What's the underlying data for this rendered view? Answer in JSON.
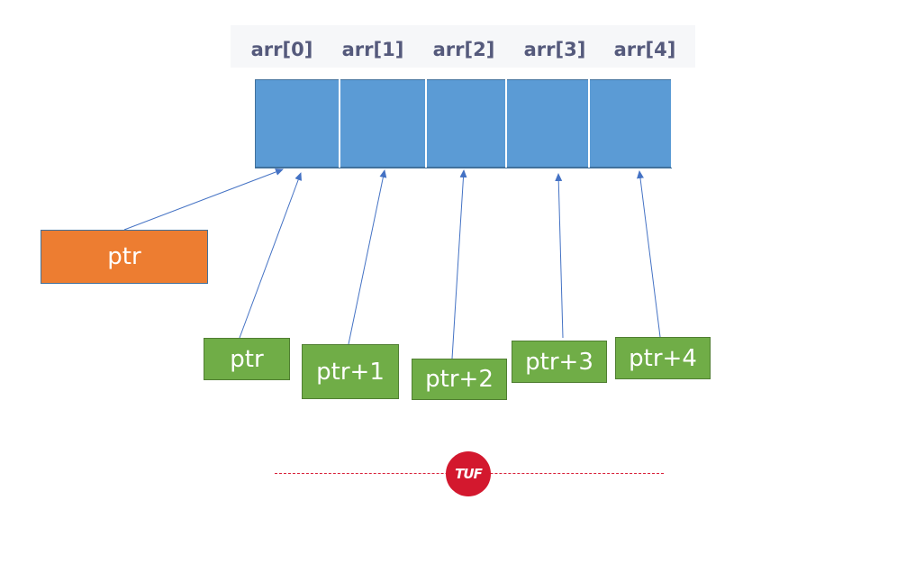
{
  "array": {
    "indices": [
      "arr[0]",
      "arr[1]",
      "arr[2]",
      "arr[3]",
      "arr[4]"
    ],
    "cell_color": "#5b9bd5"
  },
  "base_pointer": {
    "label": "ptr",
    "color": "#ed7d31",
    "points_to_index": 0
  },
  "offset_pointers": [
    {
      "label": "ptr",
      "points_to_index": 0
    },
    {
      "label": "ptr+1",
      "points_to_index": 1
    },
    {
      "label": "ptr+2",
      "points_to_index": 2
    },
    {
      "label": "ptr+3",
      "points_to_index": 3
    },
    {
      "label": "ptr+4",
      "points_to_index": 4
    }
  ],
  "offset_pointer_color": "#70ad47",
  "arrow_color": "#4472c4",
  "logo": {
    "text": "TUF",
    "color": "#d3182e"
  }
}
